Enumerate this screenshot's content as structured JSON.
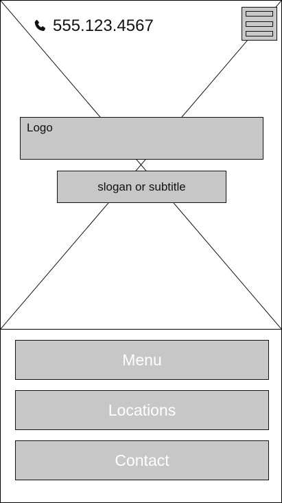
{
  "header": {
    "phone_number": "555.123.4567",
    "phone_icon": "phone-icon",
    "menu_icon": "hamburger-menu-icon"
  },
  "hero": {
    "logo_label": "Logo",
    "slogan": "slogan or subtitle"
  },
  "nav": {
    "buttons": [
      {
        "label": "Menu"
      },
      {
        "label": "Locations"
      },
      {
        "label": "Contact"
      }
    ]
  },
  "colors": {
    "placeholder_fill": "#c7c7c7",
    "outline": "#111111",
    "button_text": "#ffffff"
  }
}
